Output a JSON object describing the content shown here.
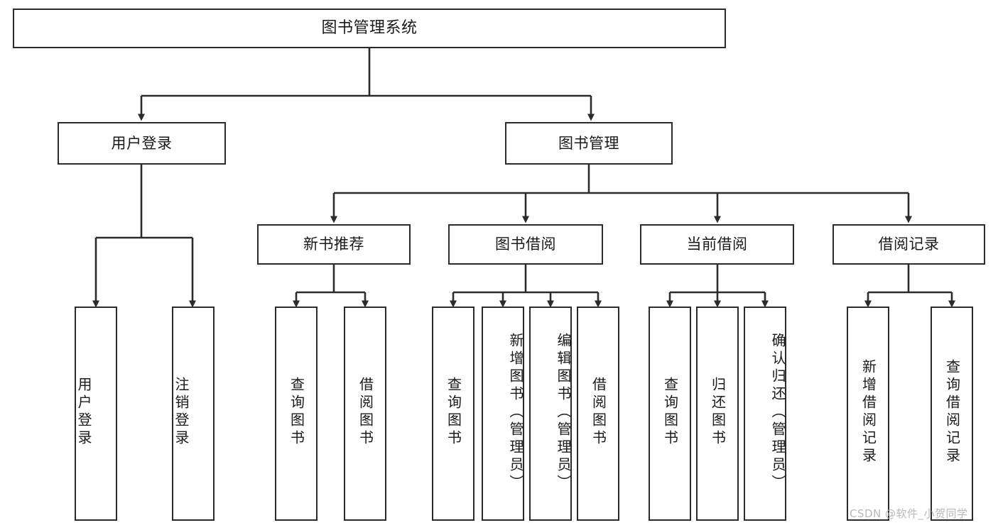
{
  "diagram": {
    "title": "图书管理系统",
    "type": "tree",
    "root": {
      "label": "图书管理系统"
    },
    "level2": [
      {
        "label": "用户登录"
      },
      {
        "label": "图书管理"
      }
    ],
    "level3": [
      {
        "label": "新书推荐"
      },
      {
        "label": "图书借阅"
      },
      {
        "label": "当前借阅"
      },
      {
        "label": "借阅记录"
      }
    ],
    "leaves": {
      "user_login": [
        {
          "label": "用户登录"
        },
        {
          "label": "注销登录"
        }
      ],
      "new_book_recommend": [
        {
          "label": "查询图书"
        },
        {
          "label": "借阅图书"
        }
      ],
      "book_borrow": [
        {
          "label": "查询图书"
        },
        {
          "label": "新增图书（管理员）"
        },
        {
          "label": "编辑图书（管理员）"
        },
        {
          "label": "借阅图书"
        }
      ],
      "current_borrow": [
        {
          "label": "查询图书"
        },
        {
          "label": "归还图书"
        },
        {
          "label": "确认归还（管理员）"
        }
      ],
      "borrow_record": [
        {
          "label": "新增借阅记录"
        },
        {
          "label": "查询借阅记录"
        }
      ]
    }
  },
  "watermark": {
    "text": "CSDN @软件_小贺同学"
  },
  "colors": {
    "stroke": "#2b2b2b",
    "background": "#ffffff",
    "text": "#1a1a1a",
    "watermark": "#b8b8b8"
  }
}
